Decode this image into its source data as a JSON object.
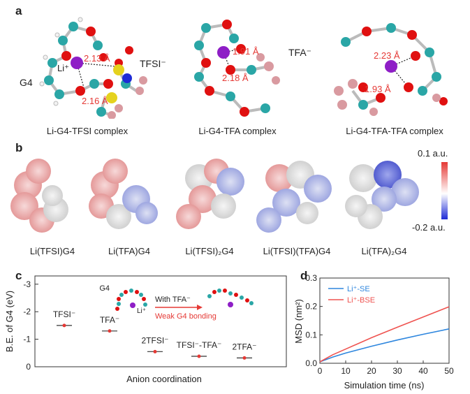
{
  "panel_a": {
    "letter": "a",
    "complexes": [
      {
        "caption": "Li-G4-TFSI complex",
        "labels": {
          "solvent": "G4",
          "li": "Li⁺",
          "anion": "TFSI⁻"
        },
        "distances": [
          "2.13 Å",
          "2.16 Å"
        ]
      },
      {
        "caption": "Li-G4-TFA complex",
        "labels": {},
        "distances": [
          "1.91 Å",
          "2.18 Å"
        ]
      },
      {
        "caption": "Li-G4-TFA-TFA complex",
        "labels": {
          "anion": "TFA⁻"
        },
        "distances": [
          "2.23 Å",
          "1.93 Å"
        ]
      }
    ]
  },
  "panel_b": {
    "letter": "b",
    "items": [
      "Li(TFSI)G4",
      "Li(TFA)G4",
      "Li(TFSI)₂G4",
      "Li(TFSI)(TFA)G4",
      "Li(TFA)₂G4"
    ],
    "colorbar": {
      "max": "0.1 a.u.",
      "min": "-0.2 a.u.",
      "color_max": "#e53935",
      "color_mid": "#ffffff",
      "color_min": "#1e2bd6"
    }
  },
  "panel_c": {
    "letter": "c",
    "ylabel": "B.E. of G4 (eV)",
    "xlabel": "Anion coordination",
    "inset": {
      "g4": "G4",
      "li": "Li⁺",
      "with": "With TFA⁻",
      "weak": "Weak G4 bonding"
    },
    "chart_data": {
      "type": "scatter",
      "categories": [
        "TFSI⁻",
        "TFA⁻",
        "2TFSI⁻",
        "TFSI⁻-TFA⁻",
        "2TFA⁻"
      ],
      "values": [
        -1.5,
        -1.3,
        -0.55,
        -0.38,
        -0.32
      ],
      "ylim": [
        0,
        -3.3
      ],
      "yticks": [
        "-3",
        "-2",
        "-1",
        "0"
      ],
      "ytick_values": [
        -3,
        -2,
        -1,
        0
      ],
      "ylabel": "B.E. of G4 (eV)",
      "xlabel": "Anion coordination"
    }
  },
  "panel_d": {
    "letter": "d",
    "chart_data": {
      "type": "line",
      "xlabel": "Simulation time (ns)",
      "ylabel": "MSD (nm²)",
      "xlim": [
        0,
        50
      ],
      "ylim": [
        0,
        0.3
      ],
      "xticks": [
        "0",
        "10",
        "20",
        "30",
        "40",
        "50"
      ],
      "yticks": [
        "0.0",
        "0.1",
        "0.2",
        "0.3"
      ],
      "series": [
        {
          "name": "Li⁺-SE",
          "color": "#2e86de",
          "x": [
            0,
            5,
            10,
            20,
            30,
            40,
            50
          ],
          "y": [
            0.005,
            0.022,
            0.036,
            0.06,
            0.082,
            0.102,
            0.121
          ]
        },
        {
          "name": "Li⁺-BSE",
          "color": "#ef5350",
          "x": [
            0,
            5,
            10,
            20,
            30,
            40,
            50
          ],
          "y": [
            0.005,
            0.03,
            0.05,
            0.09,
            0.127,
            0.163,
            0.199
          ]
        }
      ]
    }
  }
}
